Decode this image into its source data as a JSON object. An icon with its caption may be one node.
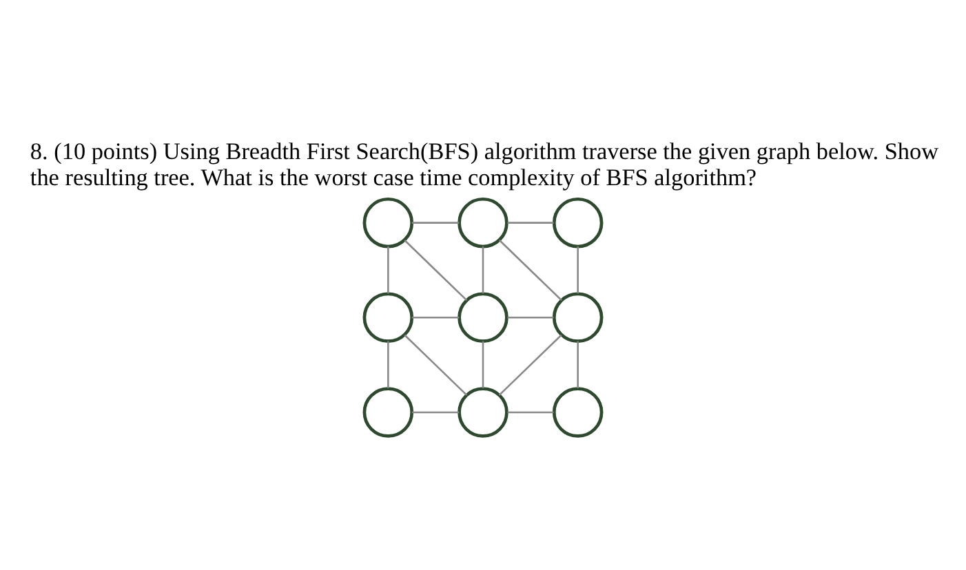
{
  "diagram": {
    "title": "8. (10 points) Using Breadth First Search(BFS) algorithm traverse the given graph below. Show the resulting tree. What is the worst case time complexity of BFS algorithm?",
    "nodes": [
      {
        "text": [],
        "shape": "circle"
      },
      {
        "text": [],
        "shape": "circle"
      },
      {
        "text": [],
        "shape": "circle"
      },
      {
        "text": [],
        "shape": "circle"
      },
      {
        "text": [],
        "shape": "circle"
      },
      {
        "text": [],
        "shape": "circle"
      },
      {
        "text": [],
        "shape": "circle"
      },
      {
        "text": [],
        "shape": "circle"
      },
      {
        "text": [],
        "shape": "circle"
      }
    ],
    "edges": [
      {
        "from": 0,
        "to": 1,
        "arrow": "none"
      },
      {
        "from": 1,
        "to": 2,
        "arrow": "none"
      },
      {
        "from": 0,
        "to": 3,
        "arrow": "none"
      },
      {
        "from": 0,
        "to": 4,
        "arrow": "none"
      },
      {
        "from": 1,
        "to": 4,
        "arrow": "none"
      },
      {
        "from": 1,
        "to": 5,
        "arrow": "none"
      },
      {
        "from": 2,
        "to": 5,
        "arrow": "none"
      },
      {
        "from": 3,
        "to": 4,
        "arrow": "none"
      },
      {
        "from": 4,
        "to": 5,
        "arrow": "none"
      },
      {
        "from": 3,
        "to": 6,
        "arrow": "none"
      },
      {
        "from": 3,
        "to": 7,
        "arrow": "none"
      },
      {
        "from": 4,
        "to": 7,
        "arrow": "none"
      },
      {
        "from": 5,
        "to": 7,
        "arrow": "none"
      },
      {
        "from": 5,
        "to": 8,
        "arrow": "none"
      },
      {
        "from": 6,
        "to": 7,
        "arrow": "none"
      },
      {
        "from": 7,
        "to": 8,
        "arrow": "none"
      }
    ]
  }
}
